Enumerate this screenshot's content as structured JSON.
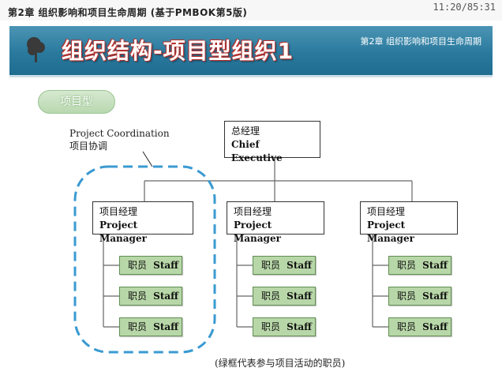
{
  "header": {
    "title": "第2章 组织影响和项目生命周期 (基于PMBOK第5版)",
    "clock": "11:20/85:31"
  },
  "banner": {
    "title": "组织结构-项目型组织1",
    "chapter": "第2章  组织影响和项目生命周期"
  },
  "slide": {
    "type_label": "项目型",
    "coordination": {
      "en": "Project Coordination",
      "cn": "项目协调"
    },
    "chief": {
      "cn": "总经理",
      "en": "Chief Executive"
    },
    "managers": [
      {
        "cn": "项目经理",
        "en": "Project Manager"
      },
      {
        "cn": "项目经理",
        "en": "Project Manager"
      },
      {
        "cn": "项目经理",
        "en": "Project Manager"
      }
    ],
    "staff": {
      "cn": "职员",
      "en": "Staff"
    },
    "caption": "(绿框代表参与项目活动的职员)"
  },
  "colors": {
    "banner": "#2a7a9e",
    "staff_fill": "#b8d7a8",
    "dashed_outline": "#3a9ad1"
  }
}
